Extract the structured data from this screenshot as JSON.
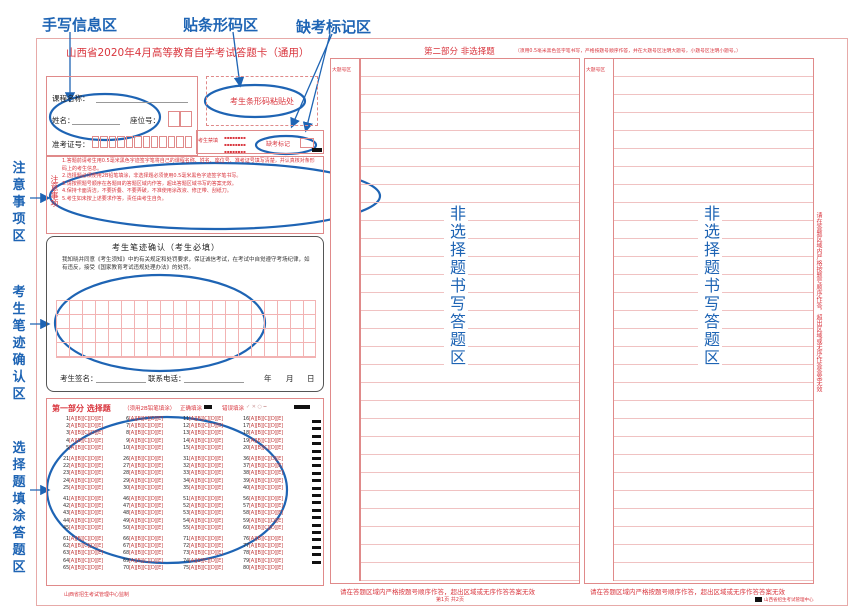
{
  "annotations": {
    "handwrite_info": "手写信息区",
    "barcode_area": "贴条形码区",
    "absent_mark_area": "缺考标记区",
    "notes_area": "注意事项区",
    "pen_confirm_area": "考生笔迹确认区",
    "choice_area": "选择题填涂答题区"
  },
  "card": {
    "title": "山西省2020年4月高等教育自学考试答题卡（通用）",
    "course_label": "课程名称：",
    "name_label": "姓名：",
    "seat_label": "座位号：",
    "ticket_label": "准考证号：",
    "barcode_text": "考生条形码粘贴处",
    "absent_small": "考生禁填",
    "absent_label": "缺考标记",
    "notes_title": "注意事项",
    "notes": [
      "1.答题前请考生用0.5毫米黑色字迹签字笔将自己的课程名称、姓名、座位号、准考证号填写清楚，并认真核对条形码上的考生信息。",
      "2.选择题必须使用2B铅笔填涂，非选择题必须使用0.5毫米黑色字迹签字笔书写。",
      "3.请按照题号顺序在各题目的答题区域内作答，超出答题区域书写的答案无效。",
      "4.保持卡面清洁，不要折叠、不要弄破，不准使用涂改液、修正带、刮纸刀。",
      "5.考生如未按上述要求作答，责任由考生自负。"
    ],
    "confirm_title": "考生笔迹确认（考生必填）",
    "confirm_text": "我知晓并同意《考生须知》中的有关规定和处罚要求，保证诚信考试，在考试中自觉遵守考场纪律，如有违反，接受《国家教育考试违规处理办法》的处罚。",
    "sign_label": "考生签名：",
    "phone_label": "联系电话：",
    "year_label": "年",
    "month_label": "月",
    "day_label": "日",
    "part1_title": "第一部分  选择题",
    "part1_note": "（须用2B铅笔填涂）",
    "fill_correct": "正确填涂",
    "fill_wrong": "错误填涂",
    "choice_options": [
      "A",
      "B",
      "C",
      "D",
      "E"
    ],
    "choice_blocks": [
      {
        "numbers": [
          1,
          2,
          3,
          4,
          5
        ]
      },
      {
        "numbers": [
          21,
          22,
          23,
          24,
          25
        ]
      },
      {
        "numbers": [
          41,
          42,
          43,
          44,
          45
        ]
      },
      {
        "numbers": [
          61,
          62,
          63,
          64,
          65
        ]
      }
    ],
    "choice_columns": [
      0,
      5,
      10,
      15
    ],
    "footer_left": "山西省招生考试管理中心监制",
    "part2_title": "第二部分  非选择题",
    "part2_note": "（须用0.5毫米黑色签字笔书写，严格按题号顺序作答，并在大题号区注明大题号，小题号区注明小题号。）",
    "col_tag": "大题号区",
    "answer_area_text": "非选择题书写答题区",
    "side_warning": "请在答题区域内严格按题号顺序作答，超出区域或无序作答答案无效",
    "bottom_warning": "请在答题区域内严格按题号顺序作答，超出区域或无序作答答案无效",
    "page_no": "第1页  共2页",
    "corner_logo": "山西省招生考试管理中心"
  }
}
